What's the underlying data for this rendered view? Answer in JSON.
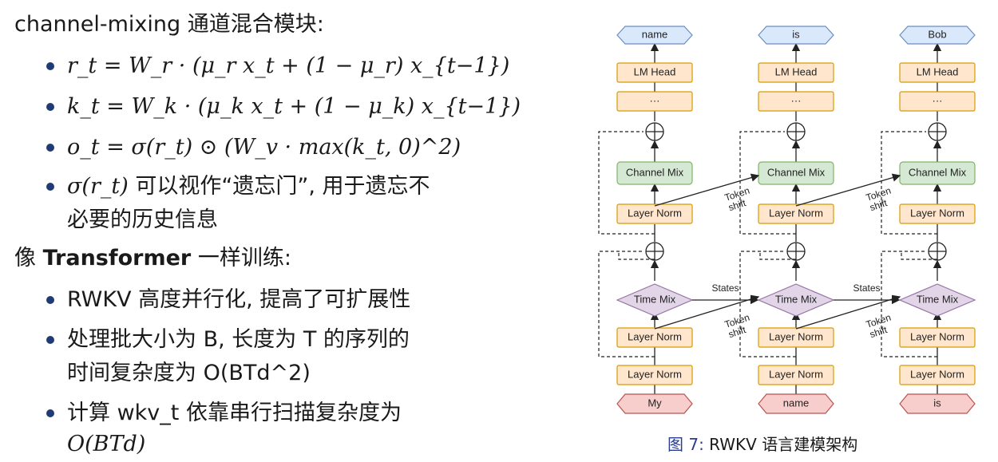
{
  "left": {
    "heading1": "channel-mixing 通道混合模块:",
    "bullets1": [
      "r_t = W_r · (μ_r x_t + (1 − μ_r) x_{t−1})",
      "k_t = W_k · (μ_k x_t + (1 − μ_k) x_{t−1})",
      "o_t = σ(r_t) ⊙ (W_v · max(k_t, 0)^2)"
    ],
    "bullet4_math": "σ(r_t)",
    "bullet4_line1": " 可以视作“遗忘门”, 用于遗忘不",
    "bullet4_line2": "必要的历史信息",
    "heading2_pre": "像 ",
    "heading2_bold": "Transformer",
    "heading2_post": " 一样训练:",
    "bullets2": [
      "RWKV 高度并行化, 提高了可扩展性",
      "处理批大小为 B, 长度为 T 的序列的",
      "时间复杂度为 O(BTd^2)",
      "计算 wkv_t 依靠串行扫描复杂度为",
      "O(BTd)"
    ]
  },
  "diagram": {
    "outputs": [
      "name",
      "is",
      "Bob"
    ],
    "inputs": [
      "My",
      "name",
      "is"
    ],
    "lm_head": "LM Head",
    "ellipsis": "···",
    "channel_mix": "Channel Mix",
    "layer_norm": "Layer Norm",
    "time_mix": "Time Mix",
    "token_shift": "Token shift",
    "states": "States",
    "plus": "⊕"
  },
  "caption": {
    "figure": "图 7:",
    "text": " RWKV 语言建模架构"
  },
  "colors": {
    "accent": "#1f3b73",
    "token_fill": "#dae8fc",
    "input_fill": "#f8cecc",
    "norm_fill": "#ffe6cc",
    "mix_fill": "#d5e8d4",
    "time_fill": "#e1d5e7"
  }
}
